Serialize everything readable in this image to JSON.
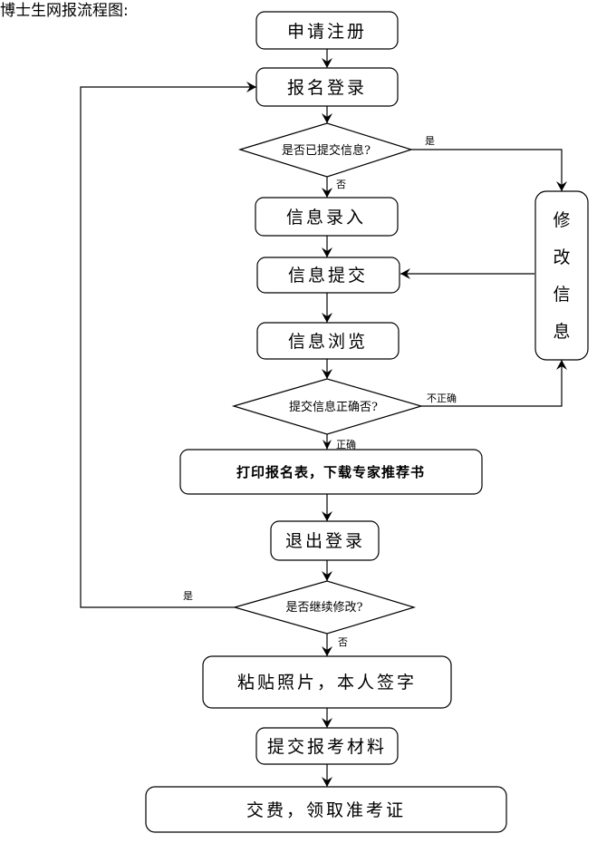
{
  "title": "博士生网报流程图:",
  "nodes": {
    "register": "申请注册",
    "login": "报名登录",
    "submitted_check": "是否已提交信息?",
    "entry": "信息录入",
    "submit": "信息提交",
    "browse": "信息浏览",
    "correct_check": "提交信息正确否?",
    "print": "打印报名表，下载专家推荐书",
    "logout": "退出登录",
    "continue_check": "是否继续修改?",
    "paste": "粘贴照片，本人签字",
    "materials": "提交报考材料",
    "fee": "交费，领取准考证",
    "modify": [
      "修",
      "改",
      "信",
      "息"
    ]
  },
  "edges": {
    "submitted_yes": "是",
    "submitted_no": "否",
    "correct_no": "不正确",
    "correct_yes": "正确",
    "continue_yes": "是",
    "continue_no": "否"
  }
}
